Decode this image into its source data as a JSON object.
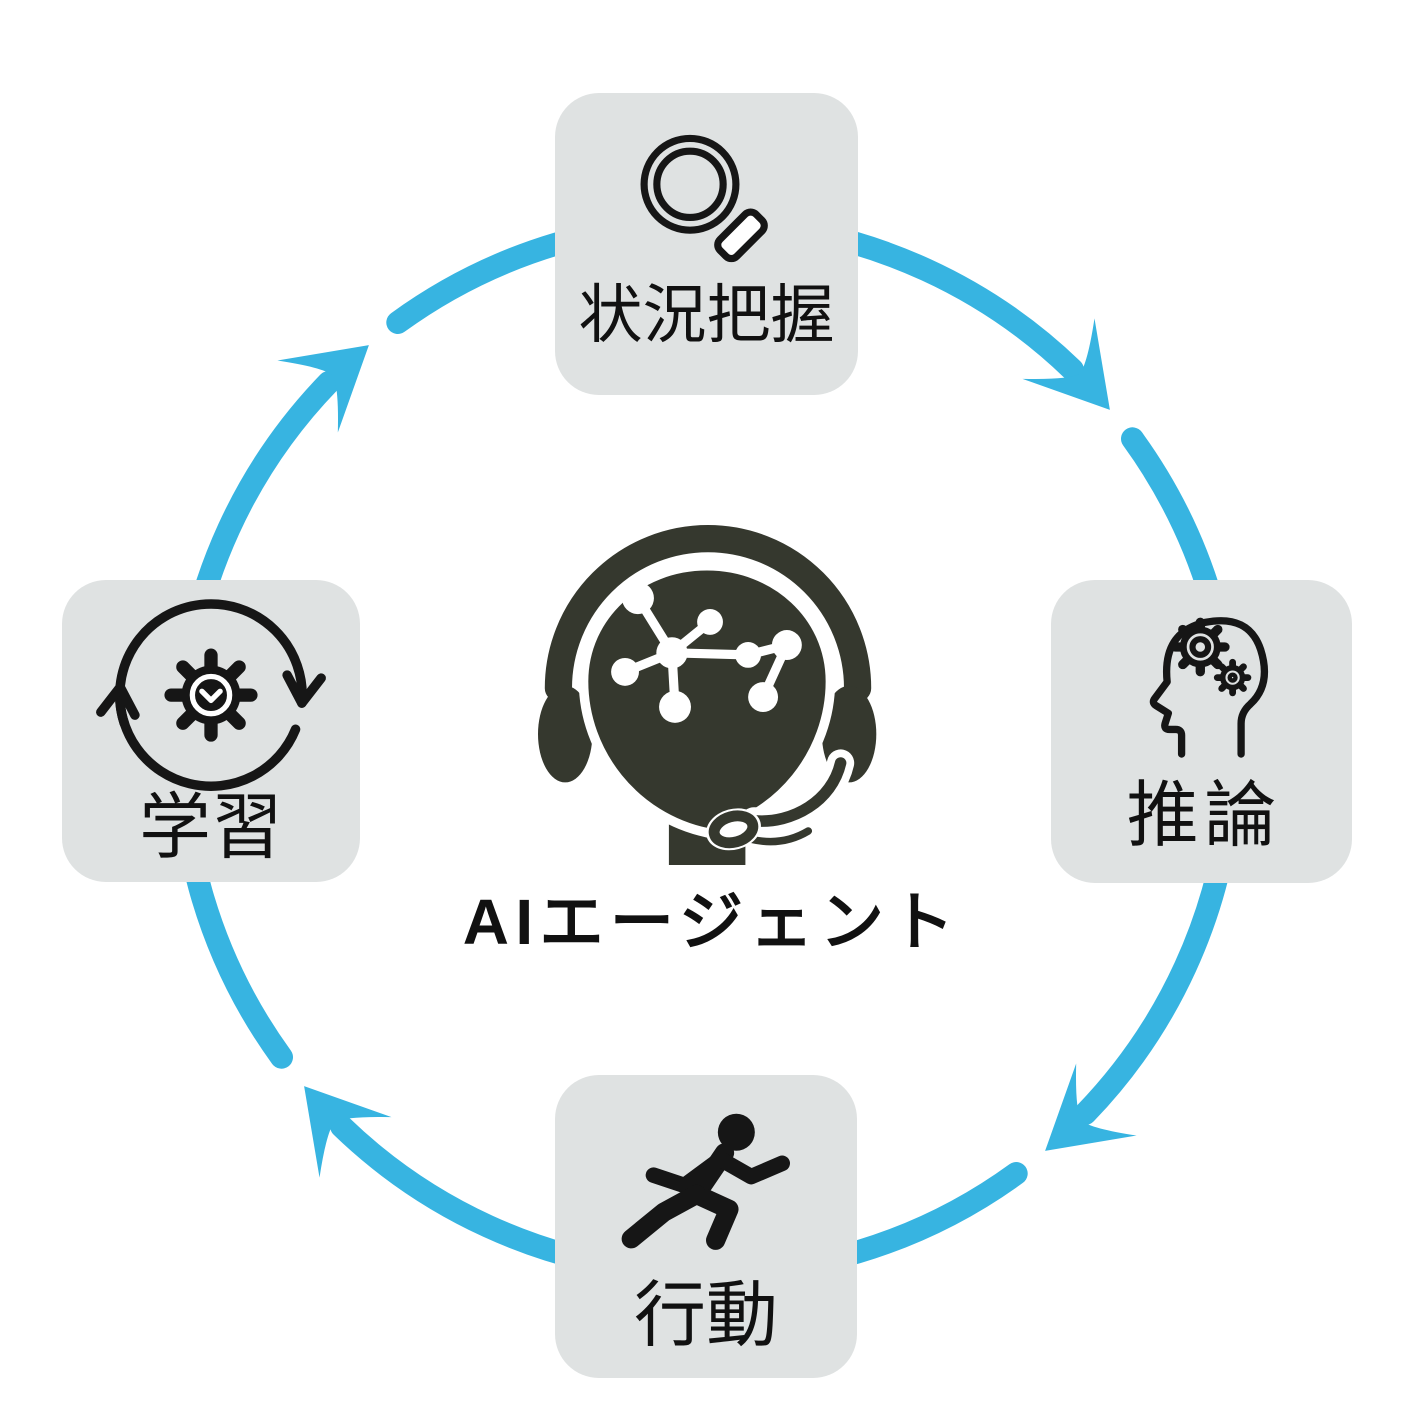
{
  "diagram": {
    "type": "cycle",
    "direction": "clockwise",
    "center": {
      "label": "AIエージェント",
      "icon": "support-agent-headset"
    },
    "nodes": [
      {
        "position": "top",
        "label": "状況把握",
        "icon": "magnifying-glass"
      },
      {
        "position": "right",
        "label": "推論",
        "icon": "head-with-gears"
      },
      {
        "position": "bottom",
        "label": "行動",
        "icon": "running-person"
      },
      {
        "position": "left",
        "label": "学習",
        "icon": "gear-with-sync-arrows"
      }
    ]
  },
  "colors": {
    "background": "#ffffff",
    "node_bg": "#dfe2e2",
    "arrow": "#37b4e1",
    "icon": "#161616",
    "label": "#111111",
    "agent": "#35382e"
  }
}
